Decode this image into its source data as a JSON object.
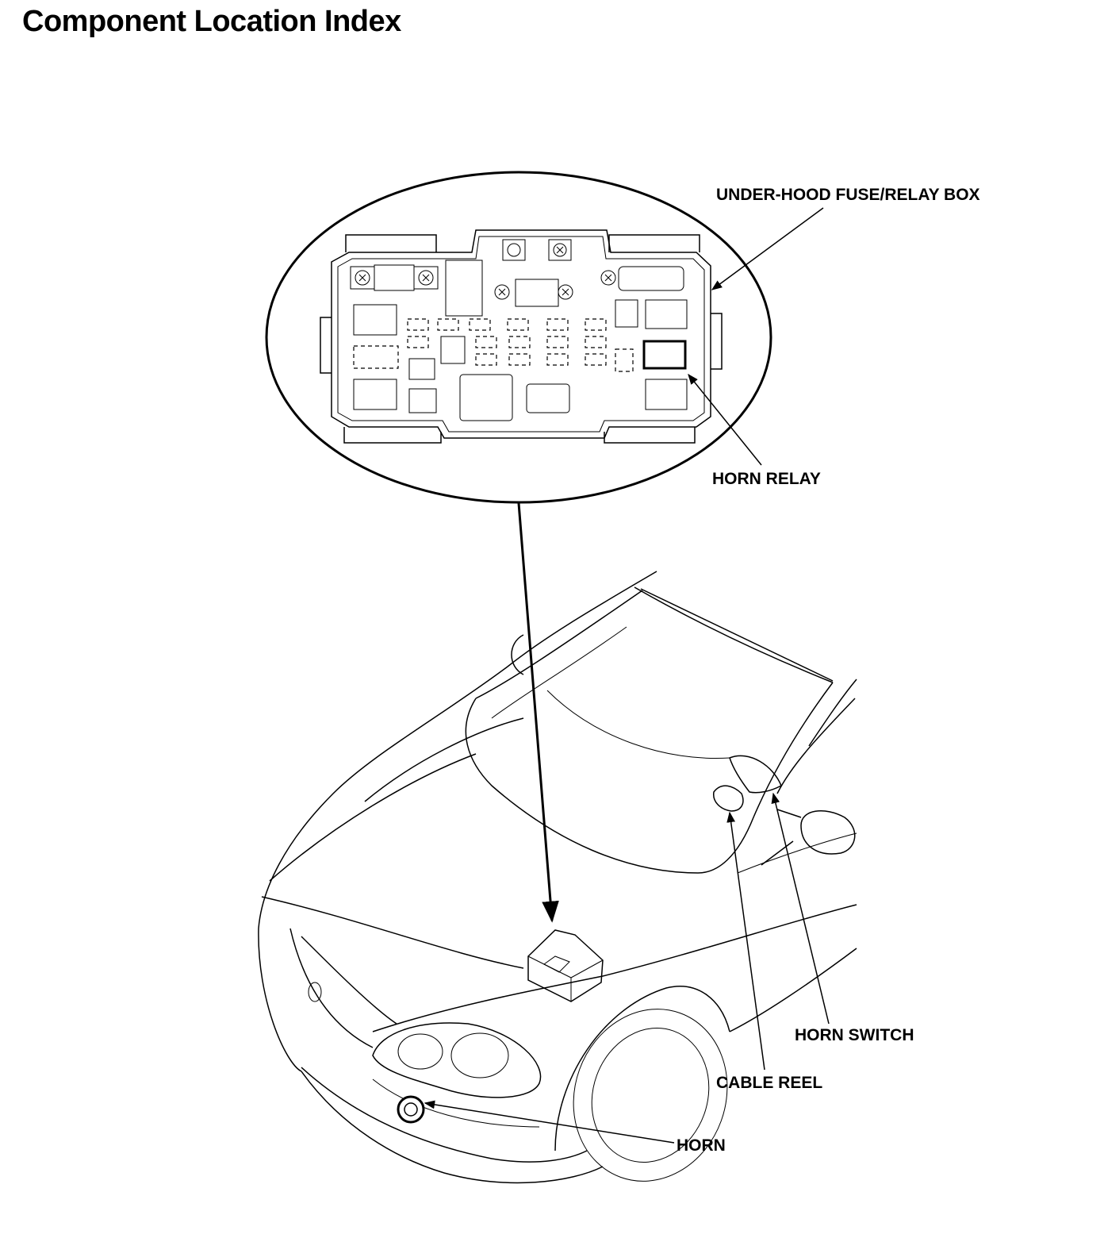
{
  "page": {
    "title": "Component Location Index"
  },
  "labels": {
    "fuse_relay_box": "UNDER-HOOD FUSE/RELAY BOX",
    "horn_relay": "HORN RELAY",
    "horn_switch": "HORN SWITCH",
    "cable_reel": "CABLE REEL",
    "horn": "HORN"
  }
}
